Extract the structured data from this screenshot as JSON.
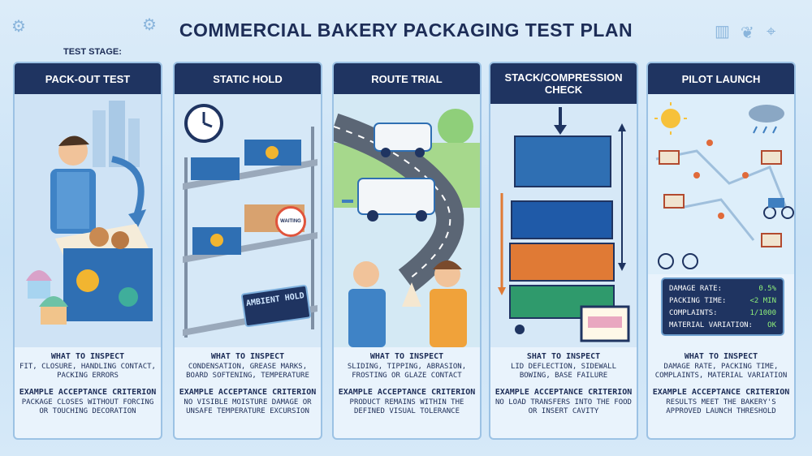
{
  "title": "COMMERCIAL BAKERY PACKAGING TEST PLAN",
  "stage_label": "TEST STAGE:",
  "panels": [
    {
      "name": "PACK-OUT TEST",
      "inspect_heading": "WHAT TO INSPECT",
      "inspect_text": "FIT, CLOSURE, HANDLING CONTACT, PACKING ERRORS",
      "criterion_heading": "EXAMPLE ACCEPTANCE CRITERION",
      "criterion_text": "PACKAGE CLOSES WITHOUT FORCING OR TOUCHING DECORATION"
    },
    {
      "name": "STATIC HOLD",
      "inspect_heading": "WHAT TO INSPECT",
      "inspect_text": "CONDENSATION, GREASE MARKS, BOARD SOFTENING, TEMPERATURE",
      "criterion_heading": "EXAMPLE ACCEPTANCE CRITERION",
      "criterion_text": "NO VISIBLE MOISTURE DAMAGE OR UNSAFE TEMPERATURE EXCURSION",
      "sign_text": "AMBIENT HOLD",
      "timer_text": "WAITING"
    },
    {
      "name": "ROUTE TRIAL",
      "inspect_heading": "WHAT TO INSPECT",
      "inspect_text": "SLIDING, TIPPING, ABRASION, FROSTING OR GLAZE CONTACT",
      "criterion_heading": "EXAMPLE ACCEPTANCE CRITERION",
      "criterion_text": "PRODUCT REMAINS WITHIN THE DEFINED VISUAL TOLERANCE"
    },
    {
      "name": "STACK/COMPRESSION CHECK",
      "inspect_heading": "SHAT TO INSPECT",
      "inspect_text": "LID DEFLECTION, SIDEWALL BOWING, BASE FAILURE",
      "criterion_heading": "EXAMPLE ACCEPTANCE CRITERION",
      "criterion_text": "NO LOAD TRANSFERS INTO THE FOOD OR INSERT CAVITY"
    },
    {
      "name": "PILOT LAUNCH",
      "inspect_heading": "WHAT TO INSPECT",
      "inspect_text": "DAMAGE RATE, PACKING TIME, COMPLAINTS, MATERIAL VARIATION",
      "criterion_heading": "EXAMPLE ACCEPTANCE CRITERION",
      "criterion_text": "RESULTS MEET THE BAKERY'S APPROVED LAUNCH THRESHOLD",
      "metrics": [
        {
          "label": "DAMAGE RATE:",
          "value": "0.5%"
        },
        {
          "label": "PACKING TIME:",
          "value": "<2 MIN"
        },
        {
          "label": "COMPLAINTS:",
          "value": "1/1000"
        },
        {
          "label": "MATERIAL VARIATION:",
          "value": "OK"
        }
      ]
    }
  ]
}
